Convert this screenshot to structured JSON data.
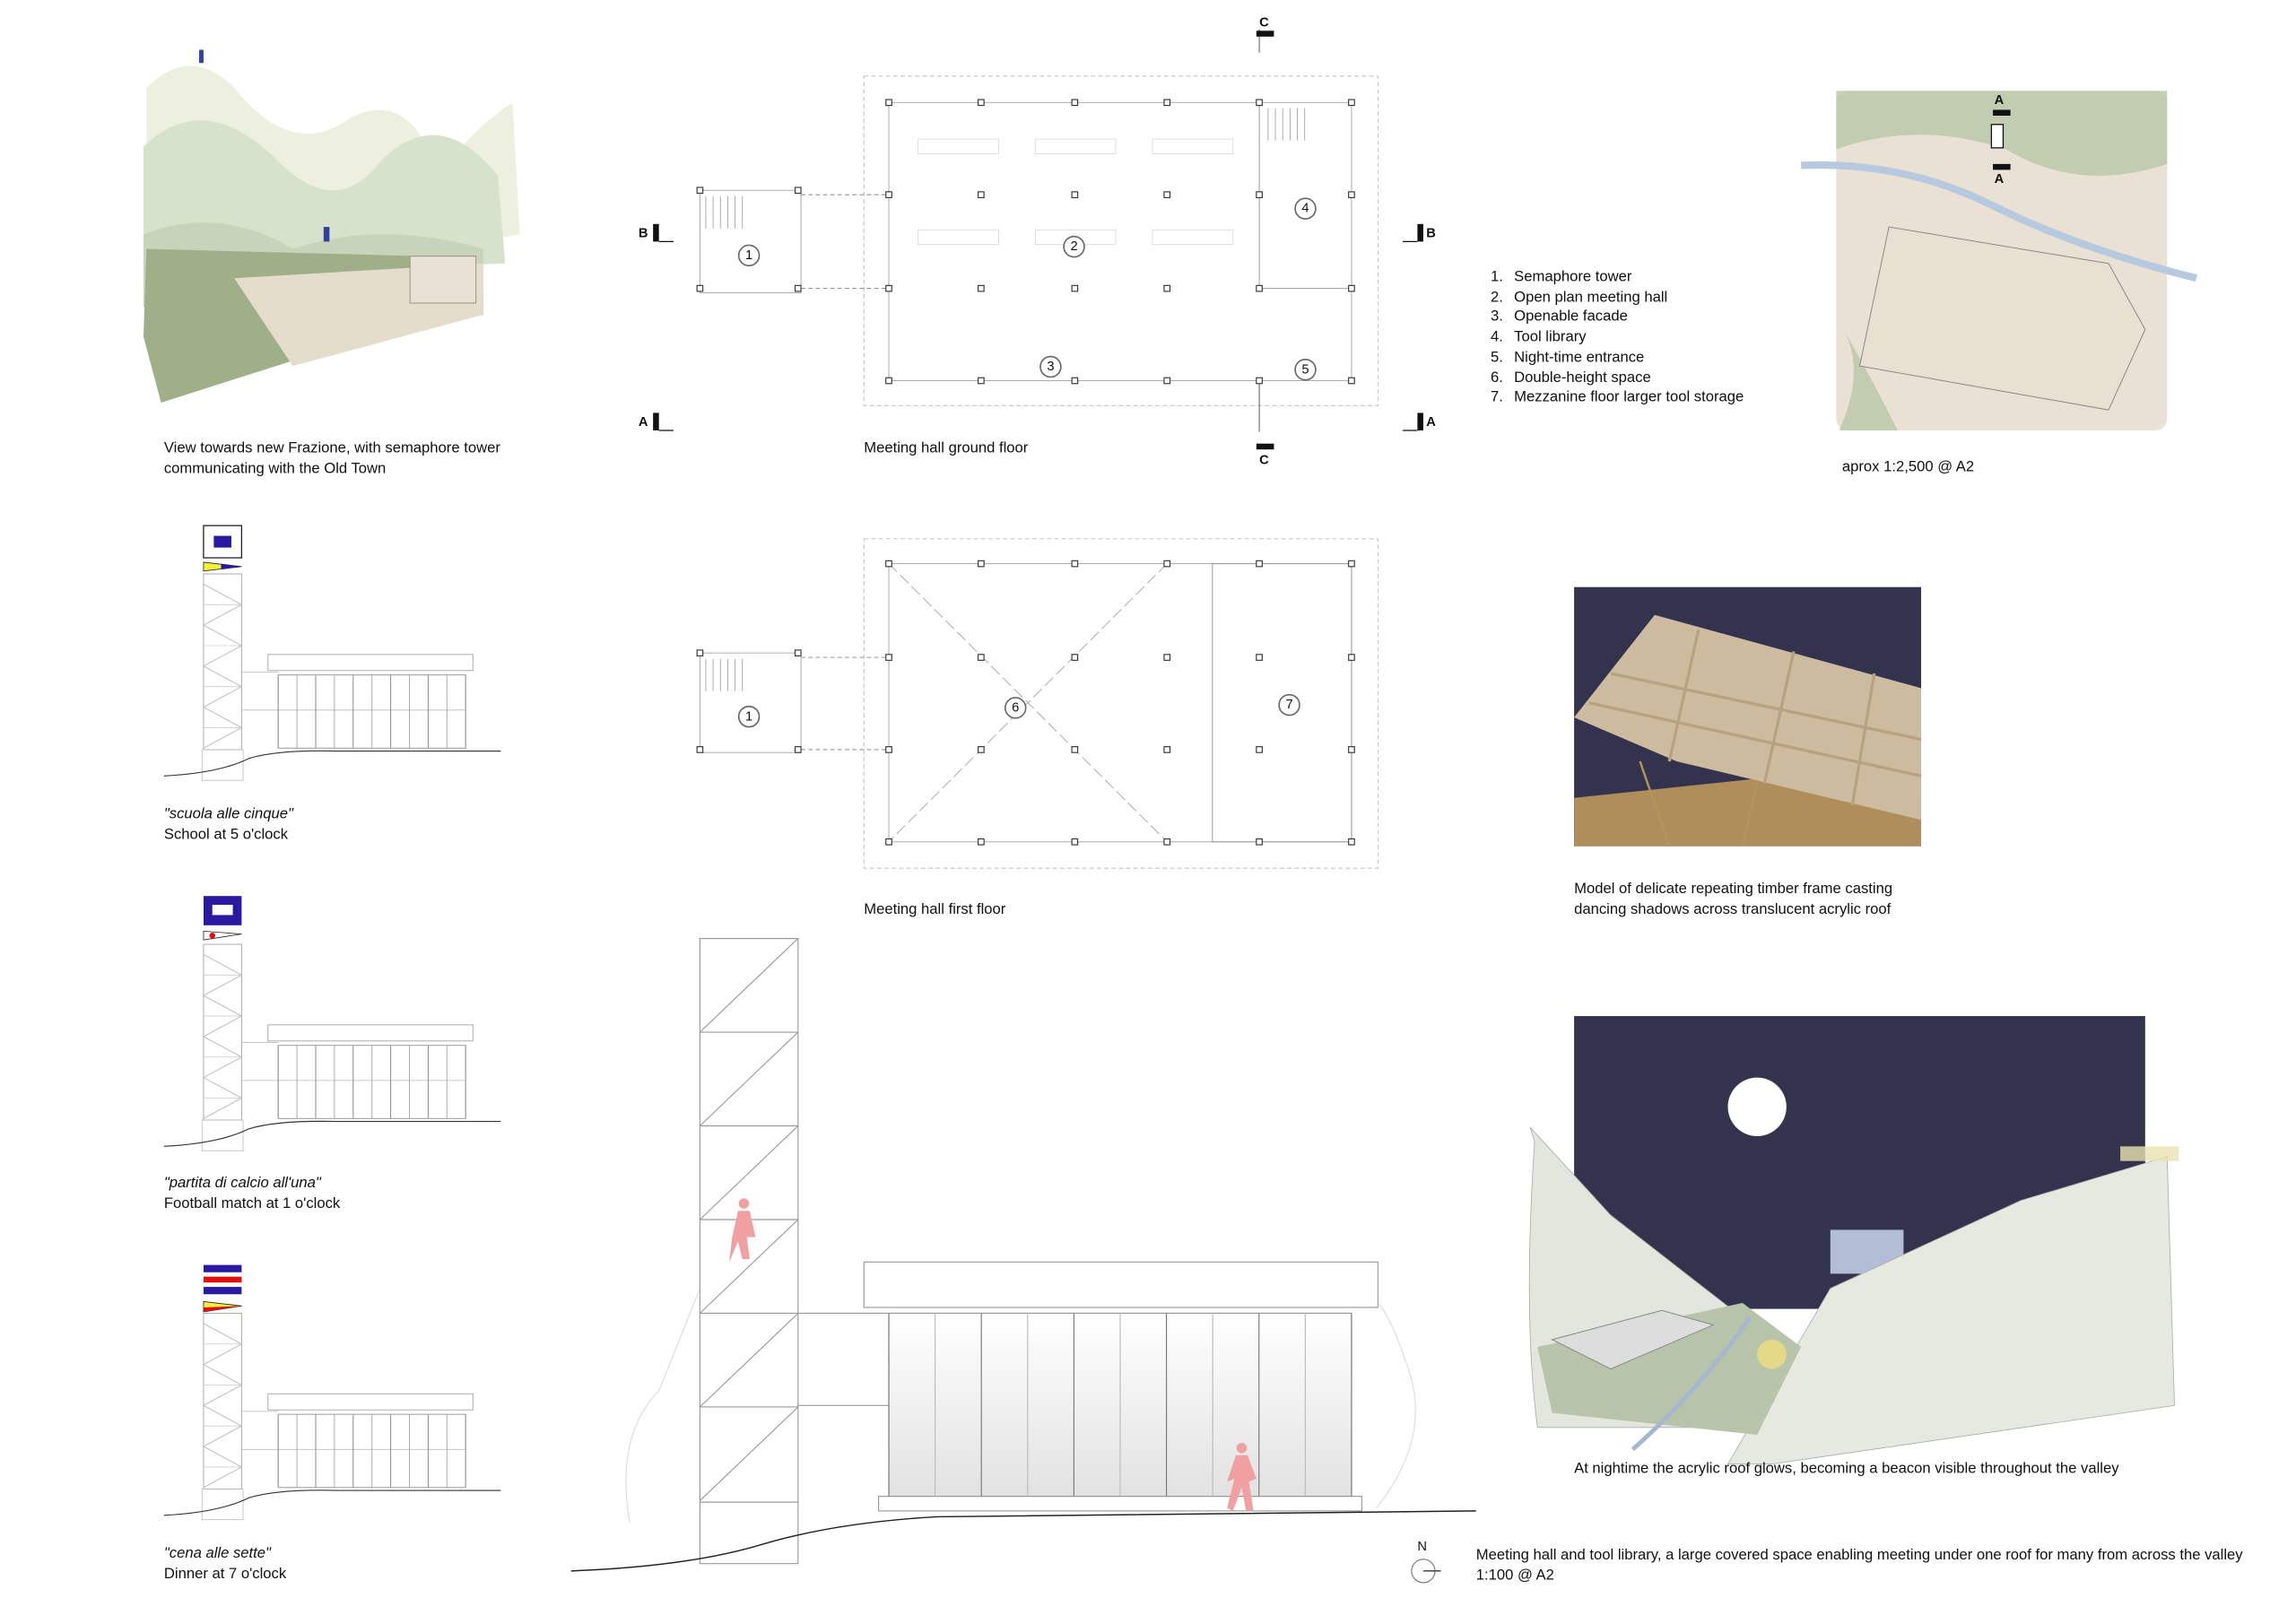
{
  "landscape_view": {
    "caption_line1": "View towards new Frazione, with semaphore tower",
    "caption_line2": "communicating with the Old Town"
  },
  "semaphore_states": [
    {
      "italian": "\"scuola alle cinque\"",
      "english": "School at 5 o'clock"
    },
    {
      "italian": "\"partita di calcio all'una\"",
      "english": "Football match at 1 o'clock"
    },
    {
      "italian": "\"cena alle sette\"",
      "english": "Dinner at 7 o'clock"
    }
  ],
  "ground_floor": {
    "caption": "Meeting hall ground floor",
    "room_numbers": [
      "1",
      "2",
      "3",
      "4",
      "5"
    ]
  },
  "first_floor": {
    "caption": "Meeting hall first floor",
    "room_numbers": [
      "1",
      "6",
      "7"
    ]
  },
  "section_markers": {
    "a": "A",
    "b": "B",
    "c": "C"
  },
  "legend": [
    {
      "num": "1.",
      "label": "Semaphore tower"
    },
    {
      "num": "2.",
      "label": "Open plan meeting hall"
    },
    {
      "num": "3.",
      "label": "Openable facade"
    },
    {
      "num": "4.",
      "label": "Tool library"
    },
    {
      "num": "5.",
      "label": "Night-time entrance"
    },
    {
      "num": "6.",
      "label": "Double-height space"
    },
    {
      "num": "7.",
      "label": "Mezzanine floor larger tool storage"
    }
  ],
  "site_plan": {
    "caption": "aprox 1:2,500 @ A2",
    "marker": "A"
  },
  "model_photo": {
    "caption_line1": "Model of delicate repeating timber frame casting",
    "caption_line2": "dancing shadows across translucent acrylic roof"
  },
  "night_view": {
    "caption": "At nightime the acrylic roof glows, becoming a beacon visible throughout the valley"
  },
  "main_elevation": {
    "caption_line1": "Meeting hall and tool library, a large covered space enabling meeting under one roof for many from across the valley",
    "caption_line2": "1:100 @ A2"
  },
  "north_arrow": {
    "label": "N"
  },
  "colors": {
    "navy": "#2a1aa0",
    "yellow": "#f5f03a",
    "red": "#e01010",
    "night": "#34334e",
    "hill_green": "#a9bb98",
    "figure_pink": "#f0a0a0"
  }
}
